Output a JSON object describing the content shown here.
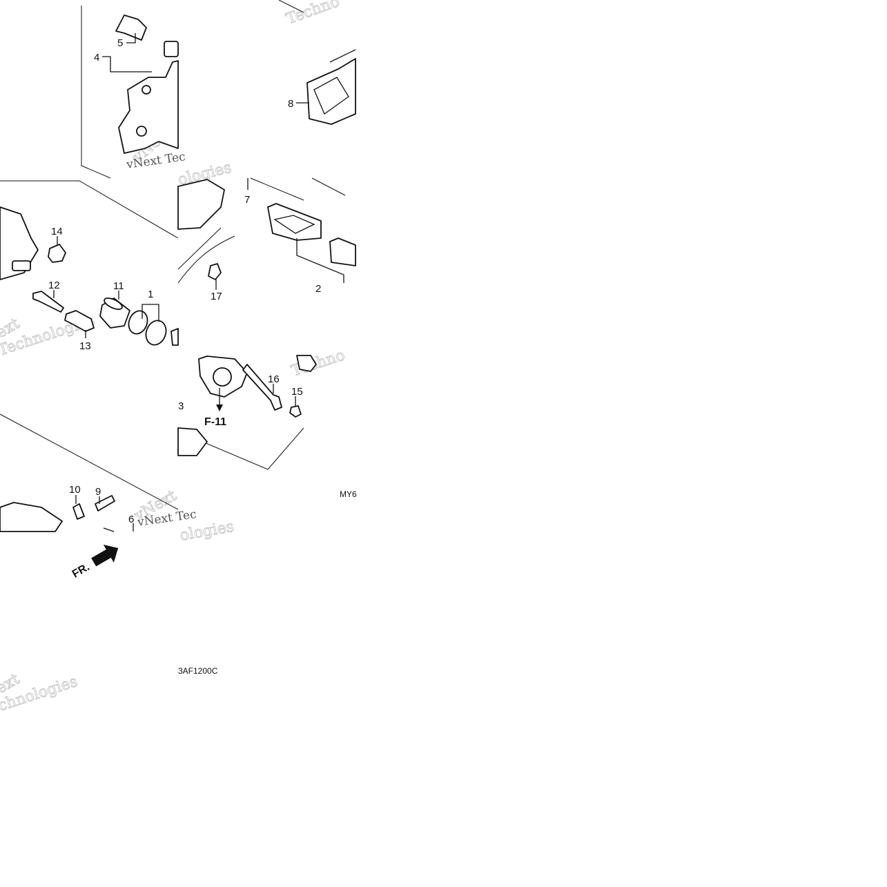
{
  "diagram": {
    "callouts": {
      "n1": "1",
      "n2": "2",
      "n3": "3",
      "n4": "4",
      "n5": "5",
      "n6": "6",
      "n7": "7",
      "n8": "8",
      "n9": "9",
      "n10": "10",
      "n11": "11",
      "n12": "12",
      "n13": "13",
      "n14": "14",
      "n15": "15",
      "n16": "16",
      "n17": "17"
    },
    "reference": "F-11",
    "direction_label": "FR.",
    "codes": {
      "right": "MY6",
      "bottom": "3AF1200C"
    },
    "watermarks": {
      "brand_a": "vNext",
      "brand_b": "Technologies",
      "brand_c": "Techno",
      "brand_d": "ext",
      "brand_e": "vNext Tec",
      "brand_f": "vNext Tec",
      "brand_g": "ologies",
      "brand_h": "chnologies"
    },
    "colors": {
      "ink": "#111111",
      "background": "#ffffff",
      "watermark": "#c9c9c9"
    }
  }
}
